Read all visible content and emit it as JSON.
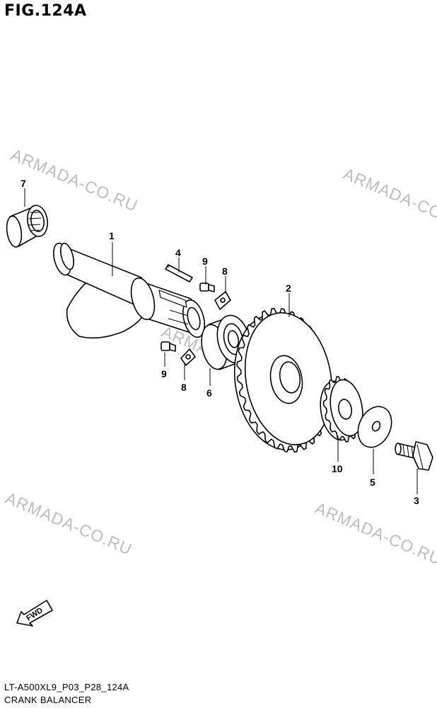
{
  "figure": {
    "title": "FIG.124A",
    "code": "LT-A500XL9_P03_P28_124A",
    "name": "CRANK BALANCER"
  },
  "watermark": "ARMADA-CO.RU",
  "fwd_label": "FWD",
  "callouts": {
    "c1": "1",
    "c2": "2",
    "c3": "3",
    "c4": "4",
    "c5": "5",
    "c6": "6",
    "c7": "7",
    "c8a": "8",
    "c8b": "8",
    "c9a": "9",
    "c9b": "9",
    "c10": "10"
  }
}
